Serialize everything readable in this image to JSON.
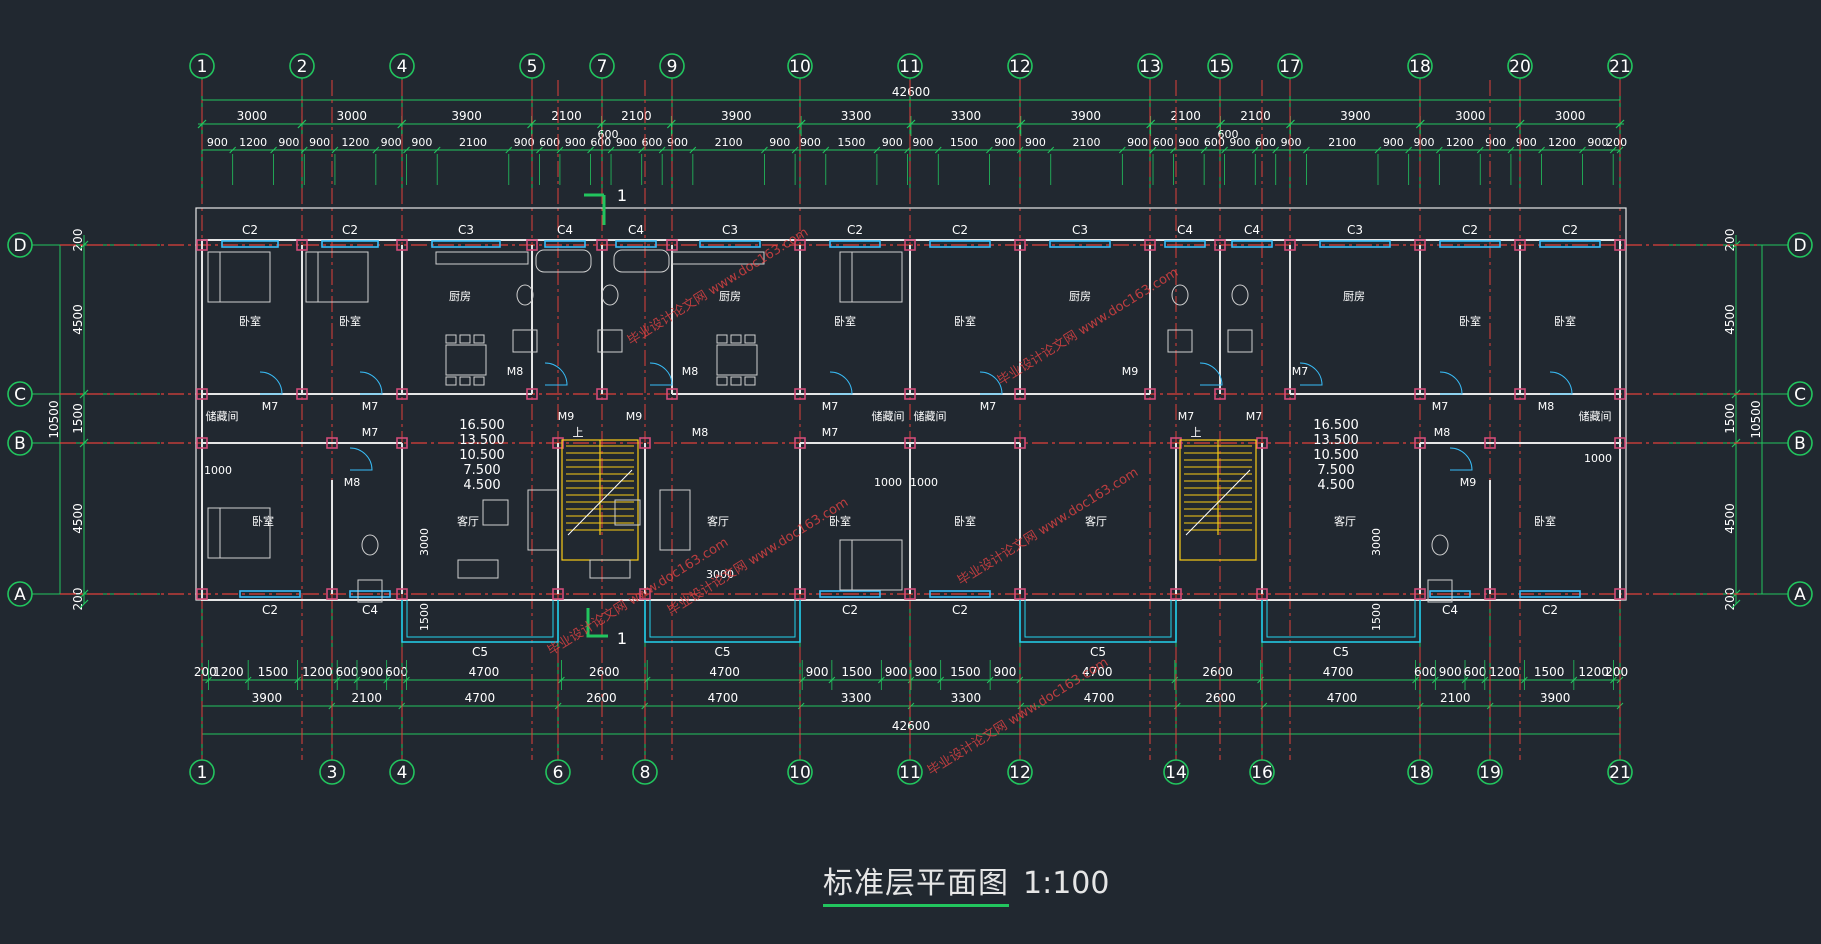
{
  "drawing": {
    "title": "标准层平面图",
    "scale": "1:100",
    "colors": {
      "background": "#212830",
      "grid_axis": "#e0403a",
      "dimension": "#22c55e",
      "wall": "#e6e6e6",
      "column": "#d14c78",
      "window": "#38bdf8",
      "stair": "#facc15",
      "furniture": "#cfcfcf",
      "balcony": "#22d3ee",
      "watermark": "#ef4444"
    }
  },
  "axes": {
    "top": [
      "1",
      "2",
      "4",
      "5",
      "7",
      "9",
      "10",
      "11",
      "12",
      "13",
      "15",
      "17",
      "18",
      "20",
      "21"
    ],
    "bottom": [
      "1",
      "3",
      "4",
      "6",
      "8",
      "10",
      "11",
      "12",
      "14",
      "16",
      "18",
      "19",
      "21"
    ],
    "rows": [
      "D",
      "C",
      "B",
      "A"
    ]
  },
  "dims": {
    "total": "42600",
    "top_row1": [
      "3000",
      "3000",
      "3900",
      "2100",
      "2100",
      "3900",
      "3300",
      "3300",
      "3900",
      "2100",
      "2100",
      "3900",
      "3000",
      "3000"
    ],
    "top_row2": [
      "900",
      "1200",
      "900",
      "900",
      "1200",
      "900",
      "900",
      "2100",
      "900",
      "600",
      "900",
      "600",
      "900",
      "600",
      "900",
      "2100",
      "900",
      "900",
      "1500",
      "900",
      "900",
      "1500",
      "900",
      "900",
      "2100",
      "900",
      "600",
      "900",
      "600",
      "900",
      "600",
      "900",
      "2100",
      "900",
      "900",
      "1200",
      "900",
      "900",
      "1200",
      "900",
      "200"
    ],
    "top_600": "600",
    "bottom_row1": [
      "200",
      "1200",
      "1500",
      "1200",
      "600",
      "900",
      "600",
      "4700",
      "2600",
      "4700",
      "900",
      "1500",
      "900",
      "900",
      "1500",
      "900",
      "4700",
      "2600",
      "4700",
      "600",
      "900",
      "600",
      "1200",
      "1500",
      "1200",
      "200"
    ],
    "bottom_row2": [
      "3900",
      "2100",
      "4700",
      "2600",
      "4700",
      "3300",
      "3300",
      "4700",
      "2600",
      "4700",
      "2100",
      "3900"
    ],
    "left": [
      "200",
      "4500",
      "1500",
      "4500",
      "200"
    ],
    "left_total": "10500",
    "right": [
      "200",
      "4500",
      "1500",
      "4500",
      "200"
    ],
    "right_total": "10500"
  },
  "labels": {
    "windows_top": [
      "C2",
      "C2",
      "C3",
      "C4",
      "C4",
      "C3",
      "C2",
      "C2",
      "C3",
      "C4",
      "C4",
      "C3",
      "C2",
      "C2"
    ],
    "windows_bottom": [
      "C2",
      "C4",
      "C2",
      "C2",
      "C4",
      "C2"
    ],
    "balconies": [
      "C5",
      "C5",
      "C5",
      "C5"
    ],
    "doors": [
      "M7",
      "M7",
      "M7",
      "M8",
      "M8",
      "M8",
      "M9",
      "M9",
      "M7",
      "M7",
      "M7",
      "M7",
      "M8",
      "M8",
      "M9",
      "M9",
      "M7",
      "M7",
      "M7",
      "M8"
    ],
    "rooms": [
      "卧室",
      "卧室",
      "厨房",
      "厨房",
      "卧室",
      "卧室",
      "厨房",
      "厨房",
      "卧室",
      "卧室",
      "卧室",
      "客厅",
      "客厅",
      "卧室",
      "卧室",
      "客厅",
      "客厅",
      "卧室",
      "储藏间",
      "储藏间",
      "储藏间",
      "储藏间"
    ],
    "elevations": [
      "16.500",
      "13.500",
      "10.500",
      "7.500",
      "4.500"
    ],
    "dims_inner": [
      "1000",
      "1000",
      "1000",
      "1000",
      "3000",
      "3000",
      "3000",
      "1500",
      "1500"
    ],
    "section_mark": "1",
    "stair_up": "上"
  },
  "watermark": "毕业设计论文网 www.doc163.com"
}
